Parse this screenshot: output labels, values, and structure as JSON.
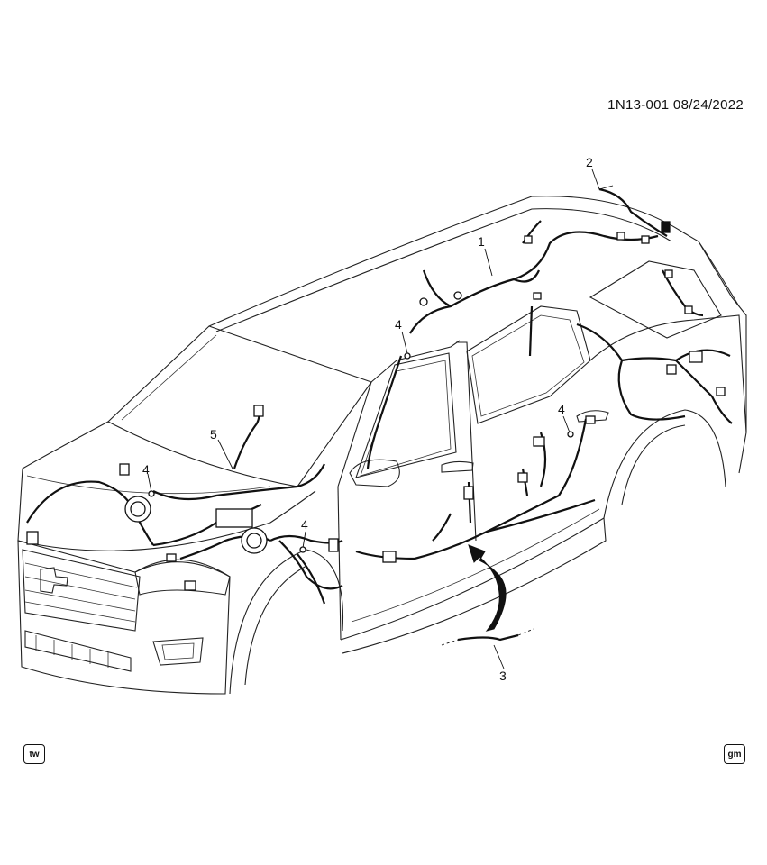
{
  "header": {
    "doc_id": "1N13-001  08/24/2022"
  },
  "callouts": [
    {
      "id": "callout-1",
      "label": "1"
    },
    {
      "id": "callout-2",
      "label": "2"
    },
    {
      "id": "callout-3",
      "label": "3"
    },
    {
      "id": "callout-4a",
      "label": "4"
    },
    {
      "id": "callout-4b",
      "label": "4"
    },
    {
      "id": "callout-4c",
      "label": "4"
    },
    {
      "id": "callout-4d",
      "label": "4"
    },
    {
      "id": "callout-5",
      "label": "5"
    }
  ],
  "badges": {
    "left": "tw",
    "right": "gm"
  }
}
